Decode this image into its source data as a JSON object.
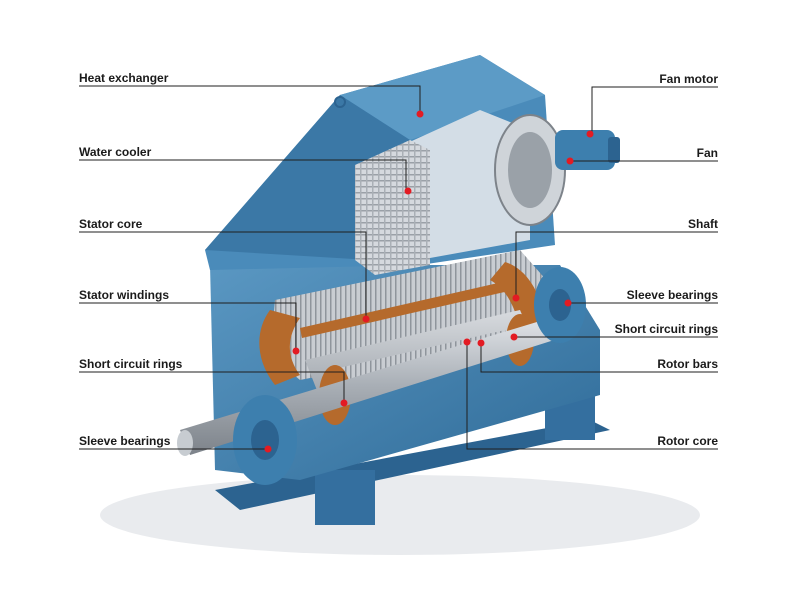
{
  "colors": {
    "housing": "#3d7fae",
    "housing_dark": "#2c6390",
    "housing_light": "#5a97c2",
    "copper": "#b56a2c",
    "steel": "#b9bec4",
    "leader": "#1f1f1f",
    "marker": "#e31b23"
  },
  "labels": {
    "left": [
      {
        "id": "heat-exchanger",
        "text": "Heat exchanger"
      },
      {
        "id": "water-cooler",
        "text": "Water cooler"
      },
      {
        "id": "stator-core",
        "text": "Stator core"
      },
      {
        "id": "stator-windings",
        "text": "Stator windings"
      },
      {
        "id": "short-circuit-rings-left",
        "text": "Short circuit rings"
      },
      {
        "id": "sleeve-bearings-left",
        "text": "Sleeve bearings"
      }
    ],
    "right": [
      {
        "id": "fan-motor",
        "text": "Fan motor"
      },
      {
        "id": "fan",
        "text": "Fan"
      },
      {
        "id": "shaft",
        "text": "Shaft"
      },
      {
        "id": "sleeve-bearings-right",
        "text": "Sleeve bearings"
      },
      {
        "id": "short-circuit-rings-right",
        "text": "Short circuit rings"
      },
      {
        "id": "rotor-bars",
        "text": "Rotor bars"
      },
      {
        "id": "rotor-core",
        "text": "Rotor core"
      }
    ]
  }
}
